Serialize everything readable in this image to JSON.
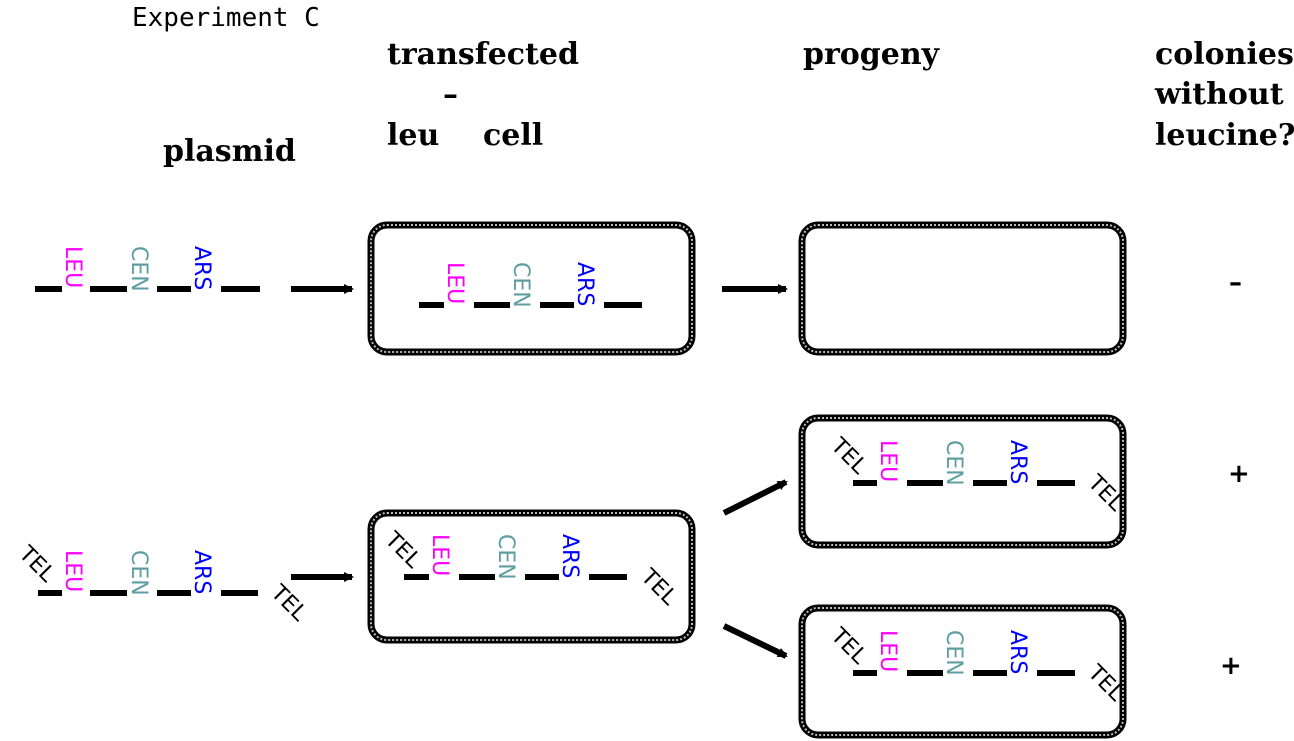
{
  "title": "Experiment C",
  "headers": {
    "plasmid": "plasmid",
    "transfected_line1": "transfected",
    "transfected_superscript": "–",
    "transfected_leu": "leu",
    "transfected_cell": "cell",
    "progeny": "progeny",
    "colonies_line1": "colonies",
    "colonies_line2": "without",
    "colonies_line3": "leucine?"
  },
  "labels": {
    "tel": "TEL",
    "leu": "LEU",
    "cen": "CEN",
    "ars": "ARS"
  },
  "colors": {
    "leu": "#ff00ff",
    "cen": "#5f9ea0",
    "ars": "#0000ff",
    "tel": "#000000"
  },
  "results": {
    "row1": "–",
    "row2a": "+",
    "row2b": "+"
  }
}
